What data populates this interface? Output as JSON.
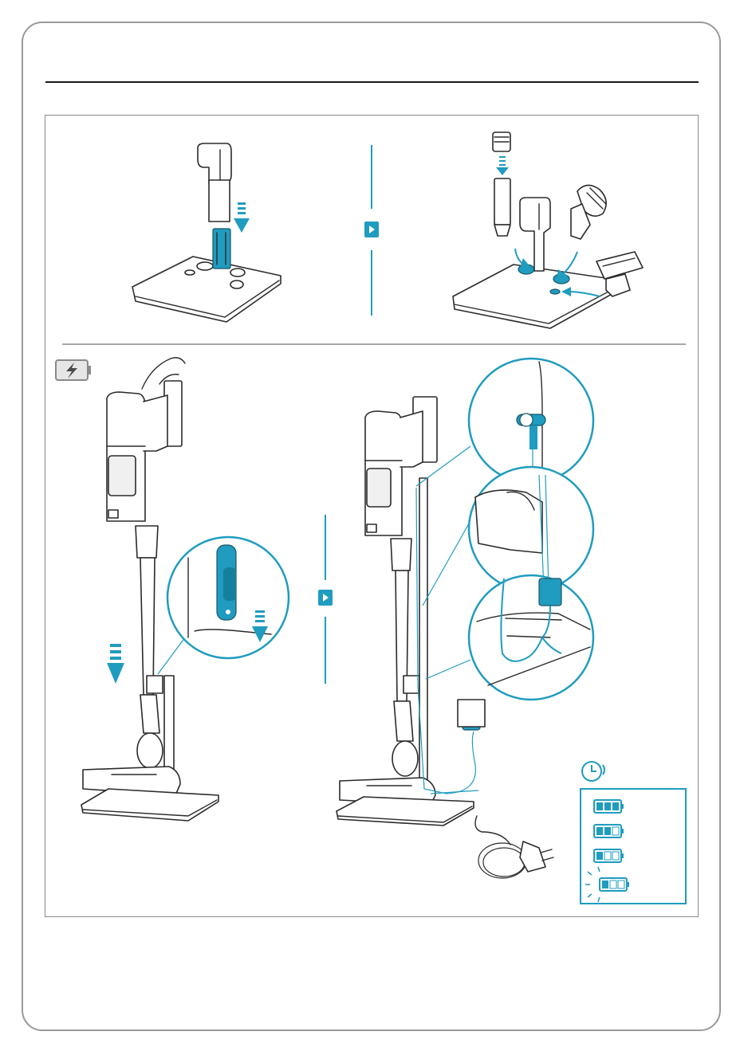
{
  "colors": {
    "accent": "#1f9cbf",
    "outline": "#2b2b2b",
    "frame": "#9a9a9a"
  },
  "icons": {
    "charge": "battery-lightning-icon",
    "next_step": "next-step-arrow-icon",
    "charging_time": "clock-icon"
  },
  "charging_legend": {
    "levels": [
      {
        "filled_bars": 3,
        "blinking": false
      },
      {
        "filled_bars": 2,
        "blinking": false
      },
      {
        "filled_bars": 1,
        "blinking": false
      },
      {
        "filled_bars": 1,
        "blinking": true
      }
    ]
  }
}
